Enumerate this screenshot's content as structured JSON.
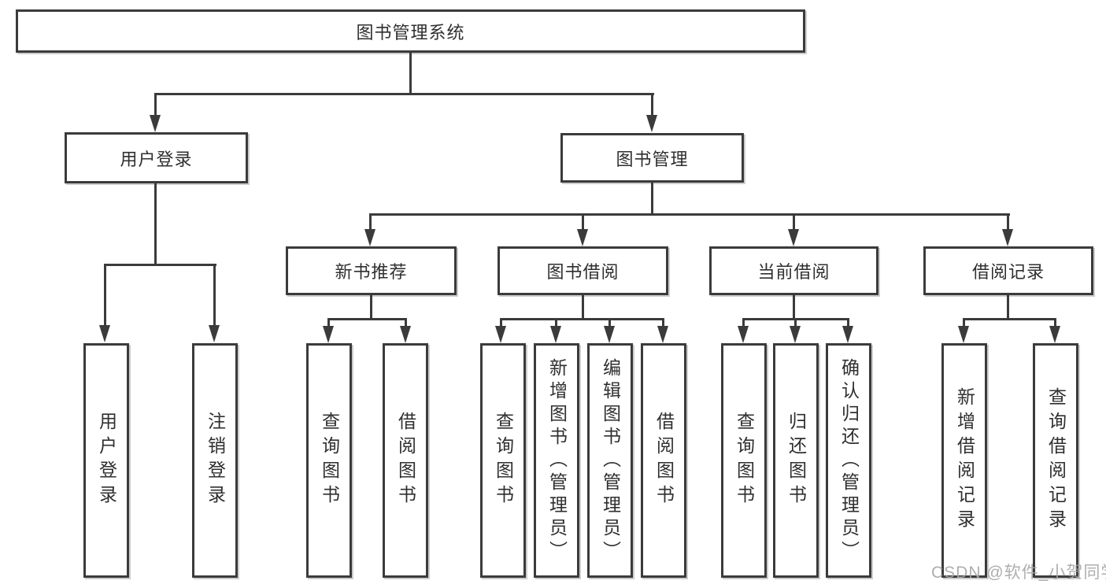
{
  "nodes": {
    "root": "图书管理系统",
    "branches": [
      {
        "label": "用户登录"
      },
      {
        "label": "图书管理"
      }
    ],
    "modules": [
      {
        "label": "新书推荐"
      },
      {
        "label": "图书借阅"
      },
      {
        "label": "当前借阅"
      },
      {
        "label": "借阅记录"
      }
    ],
    "leaves": {
      "login": [
        "用户登录",
        "注销登录"
      ],
      "recommend": [
        "查询图书",
        "借阅图书"
      ],
      "borrow": [
        "查询图书",
        "新增图书（管理员）",
        "编辑图书（管理员）",
        "借阅图书"
      ],
      "current": [
        "查询图书",
        "归还图书",
        "确认归还（管理员）"
      ],
      "records": [
        "新增借阅记录",
        "查询借阅记录"
      ]
    }
  },
  "watermark": "CSDN @软件_小贺同学",
  "colors": {
    "line": "#3b3b3b",
    "box_border": "#3b3b3b",
    "box_background": "#ffffff",
    "text": "#2f2f2f",
    "watermark": "#a5a5a5",
    "page_background": "#ffffff"
  }
}
